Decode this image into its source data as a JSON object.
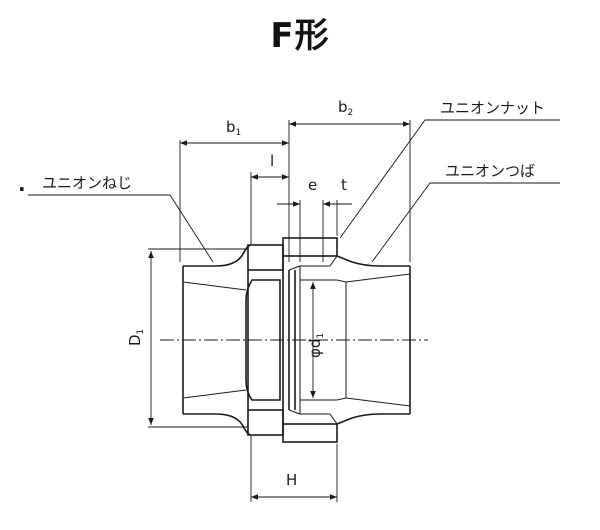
{
  "title": "F形",
  "labels": {
    "union_nut": "ユニオンナット",
    "union_collar": "ユニオンつば",
    "union_thread": "ユニオンねじ",
    "bullet": "."
  },
  "dimensions": {
    "b1": {
      "main": "b",
      "sub": "1"
    },
    "b2": {
      "main": "b",
      "sub": "2"
    },
    "l": "l",
    "e": "e",
    "t": "t",
    "d1": {
      "main": "φd",
      "sub": "1"
    },
    "D1": {
      "main": "D",
      "sub": "1"
    },
    "H": "H"
  }
}
